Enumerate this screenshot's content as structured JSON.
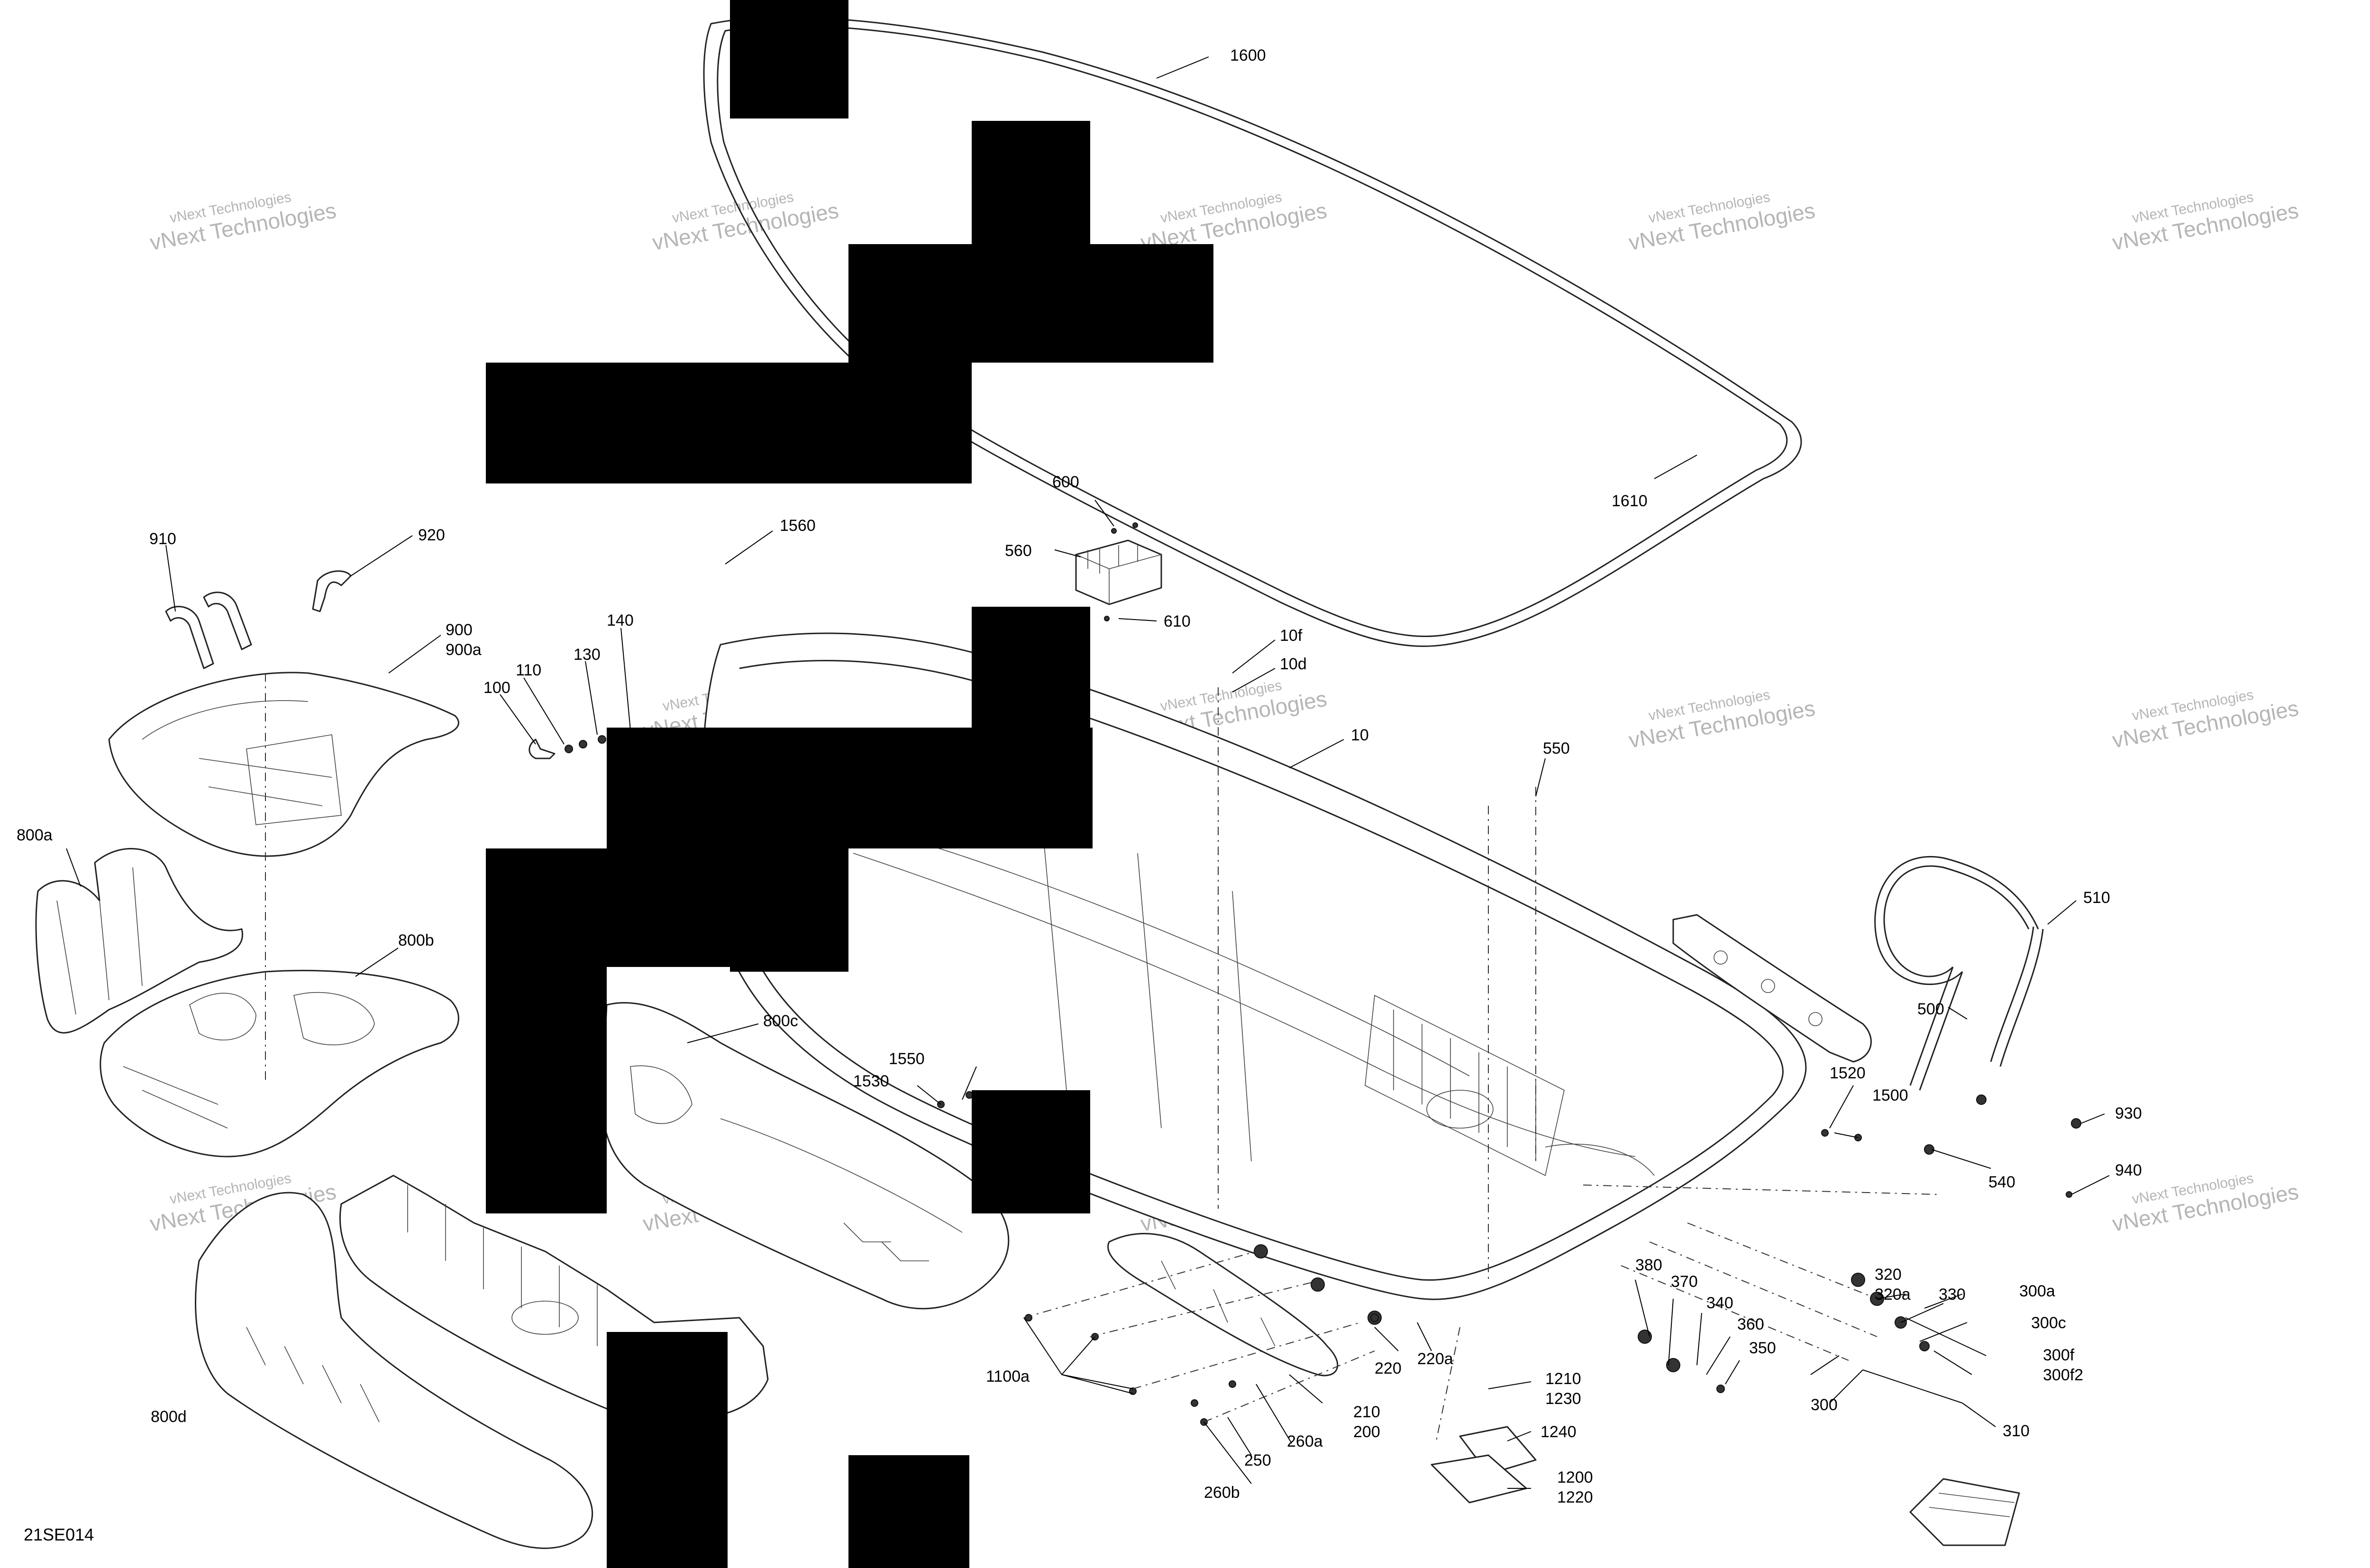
{
  "diagram_code": "21SE014",
  "watermark": {
    "line1": "vNext Technologies",
    "line2": "vNext Technologies"
  },
  "callouts": {
    "c1600": "1600",
    "c1610": "1610",
    "c600": "600",
    "c560": "560",
    "c610": "610",
    "c1560": "1560",
    "c910": "910",
    "c920": "920",
    "c900": "900",
    "c900a": "900a",
    "c140": "140",
    "c130": "130",
    "c110": "110",
    "c100": "100",
    "c10f": "10f",
    "c10d": "10d",
    "c10": "10",
    "c550": "550",
    "c800a": "800a",
    "c800b": "800b",
    "c800c": "800c",
    "c800d": "800d",
    "c510": "510",
    "c500": "500",
    "c1520": "1520",
    "c1500": "1500",
    "c930": "930",
    "c940": "940",
    "c540": "540",
    "c1550": "1550",
    "c1530": "1530",
    "c320": "320",
    "c320a": "320a",
    "c330": "330",
    "c300a": "300a",
    "c300c": "300c",
    "c300f": "300f",
    "c300f2": "300f2",
    "c300": "300",
    "c310": "310",
    "c380": "380",
    "c370": "370",
    "c340": "340",
    "c360": "360",
    "c350": "350",
    "c1210": "1210",
    "c1230": "1230",
    "c1240": "1240",
    "c1200": "1200",
    "c1220": "1220",
    "c220": "220",
    "c220a": "220a",
    "c210": "210",
    "c200": "200",
    "c1100a": "1100a",
    "c260a": "260a",
    "c250": "250",
    "c260b": "260b"
  }
}
